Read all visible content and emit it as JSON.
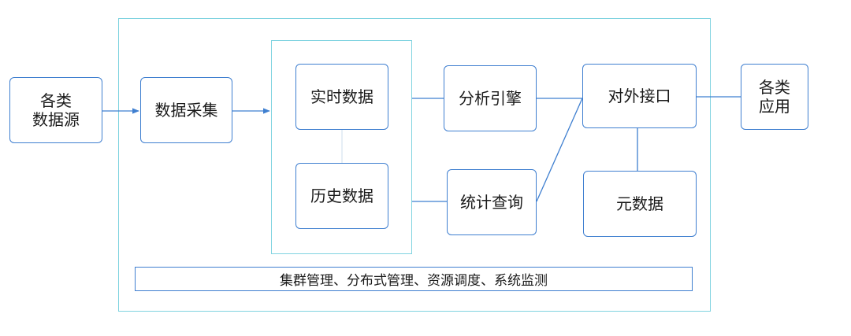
{
  "nodes": {
    "data_sources": [
      "各类",
      "数据源"
    ],
    "data_collection": "数据采集",
    "realtime_data": "实时数据",
    "history_data": "历史数据",
    "analysis_engine": "分析引擎",
    "statistical_query": "统计查询",
    "external_interface": "对外接口",
    "metadata": "元数据",
    "applications": [
      "各类",
      "应用"
    ]
  },
  "management_bar": "集群管理、分布式管理、资源调度、系统监测",
  "edges": [
    {
      "from": "data_sources",
      "to": "data_collection",
      "arrow": true
    },
    {
      "from": "data_collection",
      "to": "storage_group",
      "arrow": true
    },
    {
      "from": "realtime_data",
      "to": "history_data",
      "arrow": false
    },
    {
      "from": "realtime_data",
      "to": "analysis_engine",
      "arrow": false
    },
    {
      "from": "history_data",
      "to": "statistical_query",
      "arrow": false
    },
    {
      "from": "analysis_engine",
      "to": "external_interface",
      "arrow": false
    },
    {
      "from": "statistical_query",
      "to": "external_interface",
      "arrow": false
    },
    {
      "from": "external_interface",
      "to": "applications",
      "arrow": false
    },
    {
      "from": "external_interface",
      "to": "metadata",
      "arrow": false
    }
  ],
  "colors": {
    "node_border": "#3f7fd0",
    "frame_border": "#7fd3e0",
    "edge": "#3f7fd0",
    "faint_edge": "#d8e4f0"
  }
}
